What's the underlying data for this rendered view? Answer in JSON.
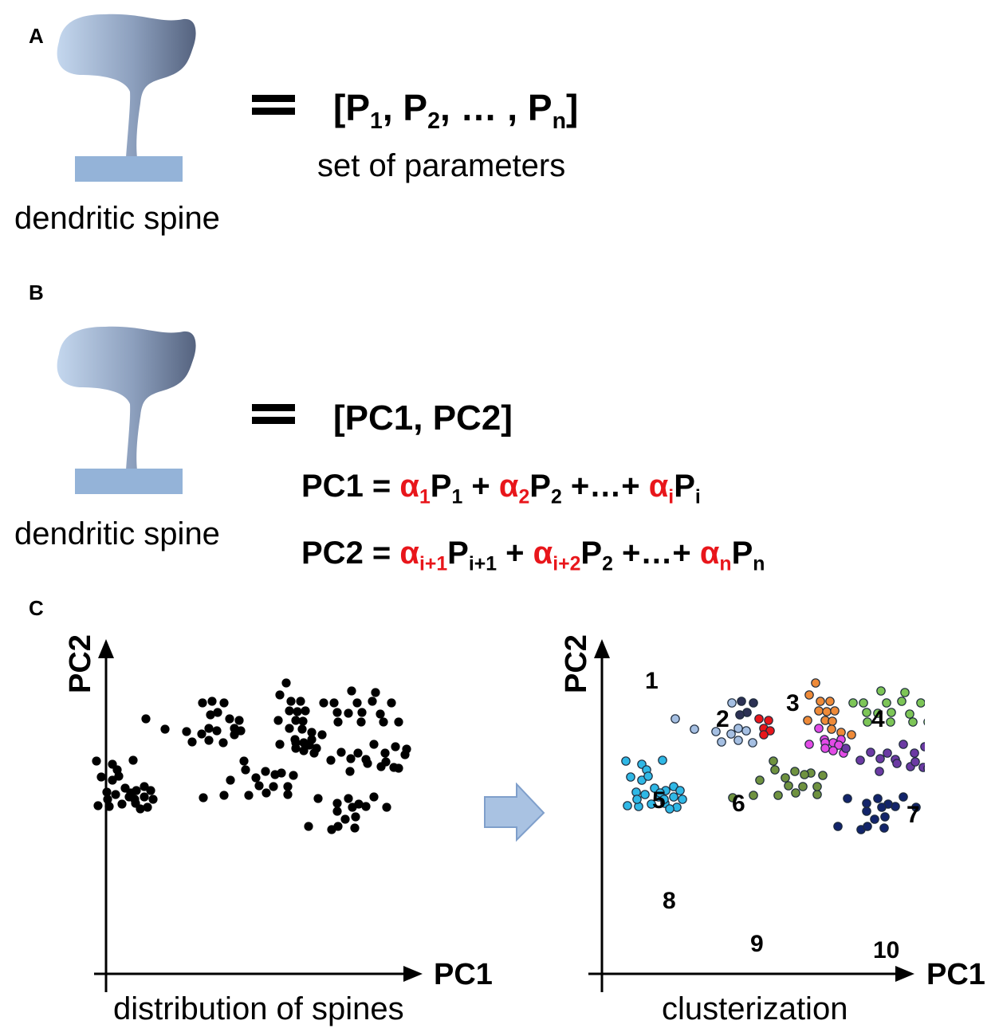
{
  "panelA": {
    "label": "A",
    "caption": "dendritic spine",
    "vector": {
      "open": "[P",
      "s1": "1",
      "sep1": ", P",
      "s2": "2",
      "sep2": ", … , P",
      "sn": "n",
      "close": "]"
    },
    "vector_caption": "set of parameters"
  },
  "panelB": {
    "label": "B",
    "caption": "dendritic spine",
    "vector": "[PC1, PC2]",
    "eq1": {
      "lhs": "PC1 = ",
      "a1": "α",
      "a1s": "1",
      "p1": "P",
      "p1s": "1",
      "plus1": " + ",
      "a2": "α",
      "a2s": "2",
      "p2": "P",
      "p2s": "2",
      "dots": " +…+ ",
      "ai": "α",
      "ais": "i",
      "pi": "P",
      "pis": "i"
    },
    "eq2": {
      "lhs": "PC2 = ",
      "a1": "α",
      "a1s": "i+1",
      "p1": "P",
      "p1s": "i+1",
      "plus1": " + ",
      "a2": "α",
      "a2s": "i+2",
      "p2": "P",
      "p2s": "2",
      "dots": " +…+ ",
      "an": "α",
      "ans": "n",
      "pn": "P",
      "pns": "n"
    }
  },
  "panelC": {
    "label": "C",
    "left": {
      "ylabel": "PC2",
      "xlabel": "PC1",
      "caption": "distribution of spines"
    },
    "right": {
      "ylabel": "PC2",
      "xlabel": "PC1",
      "caption": "clusterization"
    }
  },
  "colors": {
    "spine_light": "#bcd0ea",
    "spine_dark": "#5a6885",
    "spine_base": "#94b3d8",
    "equation_red": "#e8161b",
    "arrow_fill": "#a9c2e2"
  },
  "chart_data": {
    "type": "scatter",
    "clusters": [
      {
        "name": "1",
        "color": "#e8161b",
        "points": [
          [
            187,
            90
          ],
          [
            199,
            88
          ],
          [
            193,
            78
          ],
          [
            201,
            75
          ],
          [
            193,
            70
          ]
        ]
      },
      {
        "name": "2",
        "color": "#2c3154",
        "points": [
          [
            165,
            112
          ],
          [
            180,
            110
          ],
          [
            172,
            98
          ],
          [
            163,
            95
          ]
        ]
      },
      {
        "name": "3",
        "color": "#ee8a38",
        "points": [
          [
            258,
            135
          ],
          [
            250,
            120
          ],
          [
            264,
            112
          ],
          [
            276,
            112
          ],
          [
            262,
            100
          ],
          [
            272,
            99
          ],
          [
            282,
            100
          ],
          [
            248,
            88
          ],
          [
            270,
            88
          ],
          [
            279,
            87
          ],
          [
            278,
            77
          ],
          [
            290,
            73
          ],
          [
            303,
            70
          ]
        ]
      },
      {
        "name": "4",
        "color": "#7dc557",
        "points": [
          [
            340,
            125
          ],
          [
            370,
            123
          ],
          [
            305,
            110
          ],
          [
            318,
            110
          ],
          [
            347,
            110
          ],
          [
            366,
            112
          ],
          [
            390,
            110
          ],
          [
            322,
            98
          ],
          [
            336,
            97
          ],
          [
            353,
            98
          ],
          [
            376,
            96
          ],
          [
            380,
            86
          ],
          [
            352,
            86
          ],
          [
            323,
            86
          ],
          [
            399,
            86
          ]
        ]
      },
      {
        "name": "5",
        "color": "#a5bfe2",
        "points": [
          [
            153,
            110
          ],
          [
            82,
            90
          ],
          [
            106,
            77
          ],
          [
            161,
            78
          ],
          [
            133,
            74
          ],
          [
            152,
            71
          ],
          [
            171,
            75
          ],
          [
            140,
            61
          ],
          [
            161,
            63
          ],
          [
            179,
            60
          ]
        ]
      },
      {
        "name": "6",
        "color": "#e34be6",
        "points": [
          [
            262,
            78
          ],
          [
            269,
            64
          ],
          [
            290,
            64
          ],
          [
            280,
            60
          ],
          [
            270,
            60
          ],
          [
            250,
            58
          ],
          [
            287,
            57
          ],
          [
            270,
            53
          ],
          [
            280,
            50
          ],
          [
            293,
            47
          ]
        ]
      },
      {
        "name": "7",
        "color": "#6b3aa3",
        "points": [
          [
            368,
            58
          ],
          [
            395,
            55
          ],
          [
            409,
            52
          ],
          [
            407,
            45
          ],
          [
            296,
            53
          ],
          [
            327,
            48
          ],
          [
            348,
            47
          ],
          [
            382,
            47
          ],
          [
            314,
            38
          ],
          [
            339,
            40
          ],
          [
            358,
            39
          ],
          [
            360,
            34
          ],
          [
            377,
            30
          ],
          [
            383,
            36
          ],
          [
            393,
            29
          ],
          [
            338,
            24
          ],
          [
            399,
            28
          ]
        ]
      },
      {
        "name": "8",
        "color": "#2fb8e6",
        "points": [
          [
            40,
            33
          ],
          [
            66,
            38
          ],
          [
            20,
            37
          ],
          [
            46,
            26
          ],
          [
            26,
            17
          ],
          [
            40,
            13
          ],
          [
            80,
            5
          ],
          [
            48,
            18
          ],
          [
            56,
            3
          ],
          [
            70,
            0
          ],
          [
            88,
            0
          ],
          [
            80,
            -8
          ],
          [
            36,
            -20
          ],
          [
            52,
            -17
          ],
          [
            69,
            -16
          ],
          [
            61,
            -8
          ],
          [
            44,
            -5
          ],
          [
            33,
            -2
          ],
          [
            63,
            -3
          ],
          [
            84,
            -21
          ],
          [
            91,
            -11
          ],
          [
            75,
            -23
          ],
          [
            68,
            -11
          ],
          [
            22,
            -19
          ],
          [
            34,
            -11
          ]
        ]
      },
      {
        "name": "9",
        "color": "#6f9240",
        "points": [
          [
            205,
            37
          ],
          [
            207,
            26
          ],
          [
            232,
            24
          ],
          [
            252,
            22
          ],
          [
            220,
            16
          ],
          [
            244,
            20
          ],
          [
            267,
            19
          ],
          [
            260,
            -5
          ],
          [
            211,
            -6
          ],
          [
            233,
            -3
          ],
          [
            180,
            -6
          ],
          [
            154,
            -9
          ],
          [
            260,
            5
          ],
          [
            242,
            5
          ],
          [
            224,
            6
          ],
          [
            188,
            13
          ]
        ]
      },
      {
        "name": "10",
        "color": "#12246b",
        "points": [
          [
            298,
            -10
          ],
          [
            322,
            -26
          ],
          [
            322,
            -16
          ],
          [
            358,
            -20
          ],
          [
            368,
            -8
          ],
          [
            384,
            -21
          ],
          [
            349,
            -17
          ],
          [
            341,
            -21
          ],
          [
            336,
            -10
          ],
          [
            286,
            -45
          ],
          [
            315,
            -49
          ],
          [
            344,
            -47
          ],
          [
            332,
            -36
          ],
          [
            345,
            -33
          ],
          [
            323,
            -45
          ]
        ]
      }
    ]
  }
}
